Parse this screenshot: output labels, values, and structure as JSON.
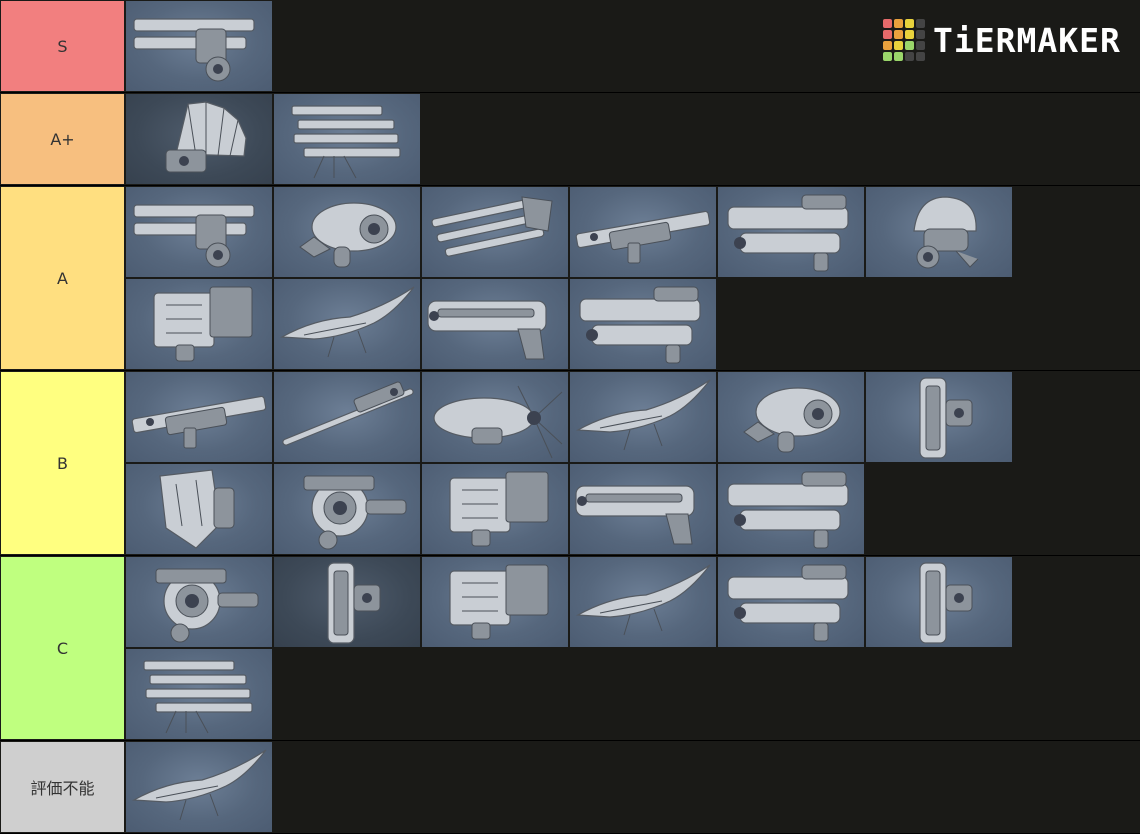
{
  "brand": {
    "name": "TiERMAKER",
    "grid_colors": [
      "#e66a6a",
      "#e9a13d",
      "#e8d23c",
      "#444444",
      "#e66a6a",
      "#e9a13d",
      "#e8d23c",
      "#444444",
      "#e9a13d",
      "#e8d23c",
      "#9ad66a",
      "#444444",
      "#9ad66a",
      "#9ad66a",
      "#444444",
      "#444444"
    ]
  },
  "tiers": [
    {
      "label": "S",
      "color": "#f27f7f",
      "items": [
        {
          "name": "twin-barrel-cannon",
          "shape": "twin"
        }
      ]
    },
    {
      "label": "A+",
      "color": "#f7bf7f",
      "items": [
        {
          "name": "fan-shield-unit",
          "shape": "fan",
          "dark": true
        },
        {
          "name": "multi-rack-launcher",
          "shape": "rack"
        }
      ]
    },
    {
      "label": "A",
      "color": "#ffdf80",
      "items": [
        {
          "name": "double-shotgun",
          "shape": "twin"
        },
        {
          "name": "orb-projector",
          "shape": "orb"
        },
        {
          "name": "triple-barrel-gun",
          "shape": "triple"
        },
        {
          "name": "long-rifle-heavy",
          "shape": "rifle"
        },
        {
          "name": "heavy-cannon-pod",
          "shape": "pod"
        },
        {
          "name": "dome-emitter",
          "shape": "dome"
        },
        {
          "name": "box-launcher",
          "shape": "box"
        },
        {
          "name": "wing-blade-gun",
          "shape": "wing"
        },
        {
          "name": "long-tube-cannon",
          "shape": "tube"
        },
        {
          "name": "compact-blaster",
          "shape": "pod"
        }
      ]
    },
    {
      "label": "B",
      "color": "#ffff80",
      "items": [
        {
          "name": "sniper-rifle",
          "shape": "rifle"
        },
        {
          "name": "lance-rifle",
          "shape": "lance"
        },
        {
          "name": "propeller-pod",
          "shape": "prop"
        },
        {
          "name": "winged-blaster",
          "shape": "wing"
        },
        {
          "name": "shark-head-gun",
          "shape": "orb"
        },
        {
          "name": "vertical-shield",
          "shape": "vert"
        },
        {
          "name": "crest-shield",
          "shape": "shield"
        },
        {
          "name": "drum-projector",
          "shape": "drum"
        },
        {
          "name": "twin-missile-pod",
          "shape": "box"
        },
        {
          "name": "long-barrel-railgun",
          "shape": "tube"
        },
        {
          "name": "stacked-cannon",
          "shape": "pod"
        }
      ]
    },
    {
      "label": "C",
      "color": "#bfff7f",
      "items": [
        {
          "name": "gatling-hub",
          "shape": "drum"
        },
        {
          "name": "cylinder-grenade",
          "shape": "vert",
          "dark": true
        },
        {
          "name": "crate-launcher",
          "shape": "box"
        },
        {
          "name": "capsule-gun",
          "shape": "wing"
        },
        {
          "name": "armored-cannon",
          "shape": "pod"
        },
        {
          "name": "small-rack",
          "shape": "vert"
        },
        {
          "name": "missile-block",
          "shape": "rack"
        }
      ]
    },
    {
      "label": "評価不能",
      "color": "#cfcfcf",
      "items": [
        {
          "name": "manta-blade",
          "shape": "wing"
        }
      ]
    }
  ]
}
